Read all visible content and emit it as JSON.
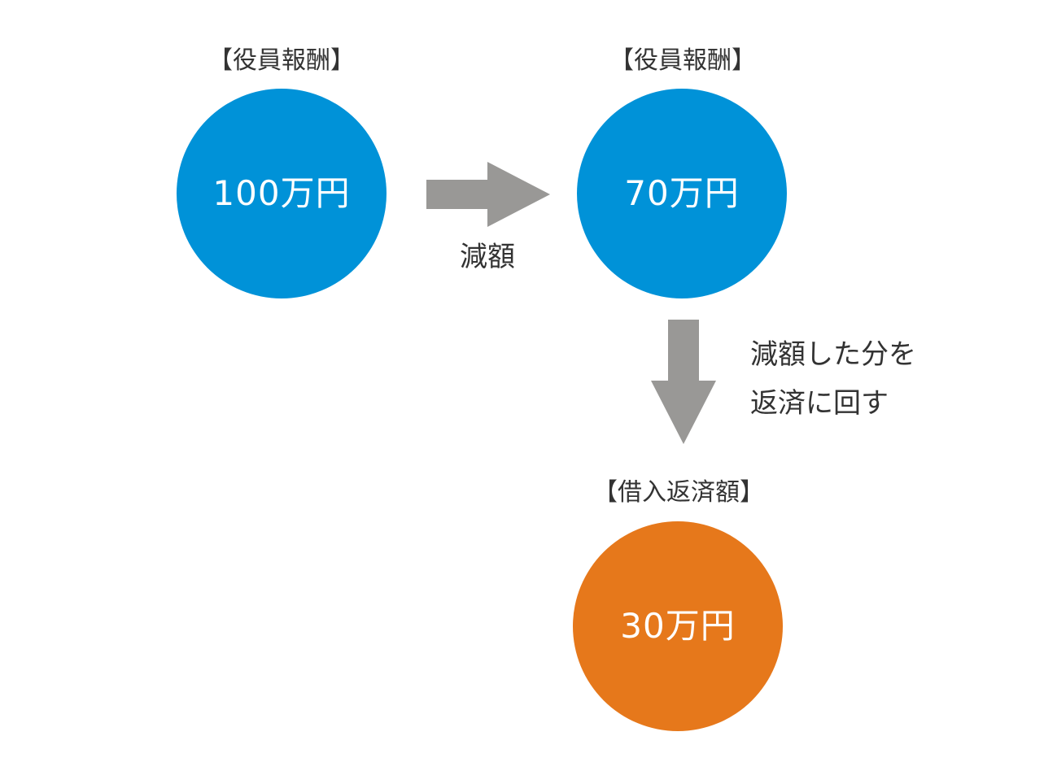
{
  "nodes": {
    "start": {
      "label": "【役員報酬】",
      "value": "100万円",
      "color": "#0092d8"
    },
    "reduced": {
      "label": "【役員報酬】",
      "value": "70万円",
      "color": "#0092d8"
    },
    "repayment": {
      "label": "【借入返済額】",
      "value": "30万円",
      "color": "#e6781b"
    }
  },
  "edges": {
    "reduce": {
      "label": "減額",
      "color": "#999896"
    },
    "repay": {
      "label_line1": "減額した分を",
      "label_line2": "返済に回す",
      "color": "#999896"
    }
  }
}
